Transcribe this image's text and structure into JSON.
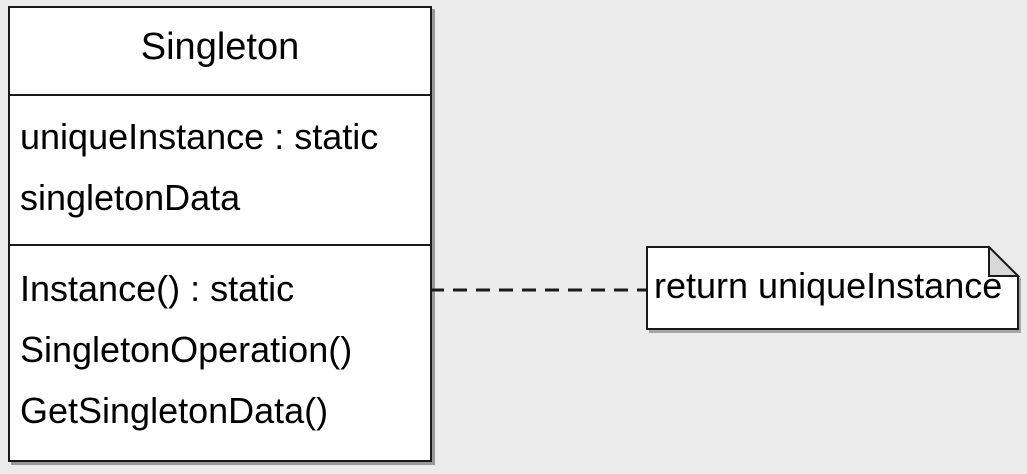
{
  "uml_class": {
    "name": "Singleton",
    "attributes": [
      "uniqueInstance : static",
      "singletonData"
    ],
    "operations": [
      "Instance() : static",
      "SingletonOperation()",
      "GetSingletonData()"
    ]
  },
  "note": {
    "text": "return uniqueInstance"
  },
  "colors": {
    "background": "#ececec",
    "box_fill": "#ffffff",
    "stroke": "#1a1a1a"
  }
}
